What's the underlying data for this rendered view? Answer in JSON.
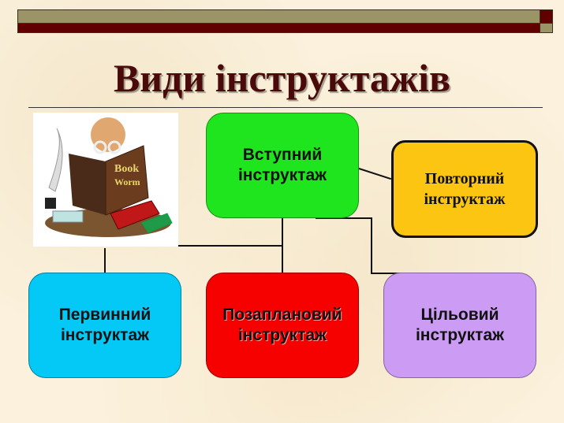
{
  "slide": {
    "title": "Види інструктажів",
    "colors": {
      "background": "#fbf1dc",
      "top_bar_olive": "#9b9467",
      "top_bar_maroon": "#600000",
      "title": "#4a0a0a"
    }
  },
  "illustration": {
    "icon": "bookworm-reading-icon",
    "book_text_line1": "Book",
    "book_text_line2": "Worm"
  },
  "diagram": {
    "nodes": [
      {
        "id": "vstupnyi",
        "label": "Вступний\nінструктаж",
        "color": "#1ee51e"
      },
      {
        "id": "povtornyi",
        "label": "Повторний\nінструктаж",
        "color": "#fbc512"
      },
      {
        "id": "pervynnyi",
        "label": "Первинний\nінструктаж",
        "color": "#04c8f6"
      },
      {
        "id": "pozaplanovyi",
        "label": "Позаплановий\nінструктаж",
        "color": "#f60000"
      },
      {
        "id": "tsilovyi",
        "label": "Цільовий\nінструктаж",
        "color": "#cc9cf5"
      }
    ],
    "edges": [
      {
        "from": "vstupnyi",
        "to": "povtornyi"
      },
      {
        "from": "vstupnyi",
        "to": "pervynnyi"
      },
      {
        "from": "vstupnyi",
        "to": "pozaplanovyi"
      },
      {
        "from": "vstupnyi",
        "to": "tsilovyi"
      }
    ]
  }
}
